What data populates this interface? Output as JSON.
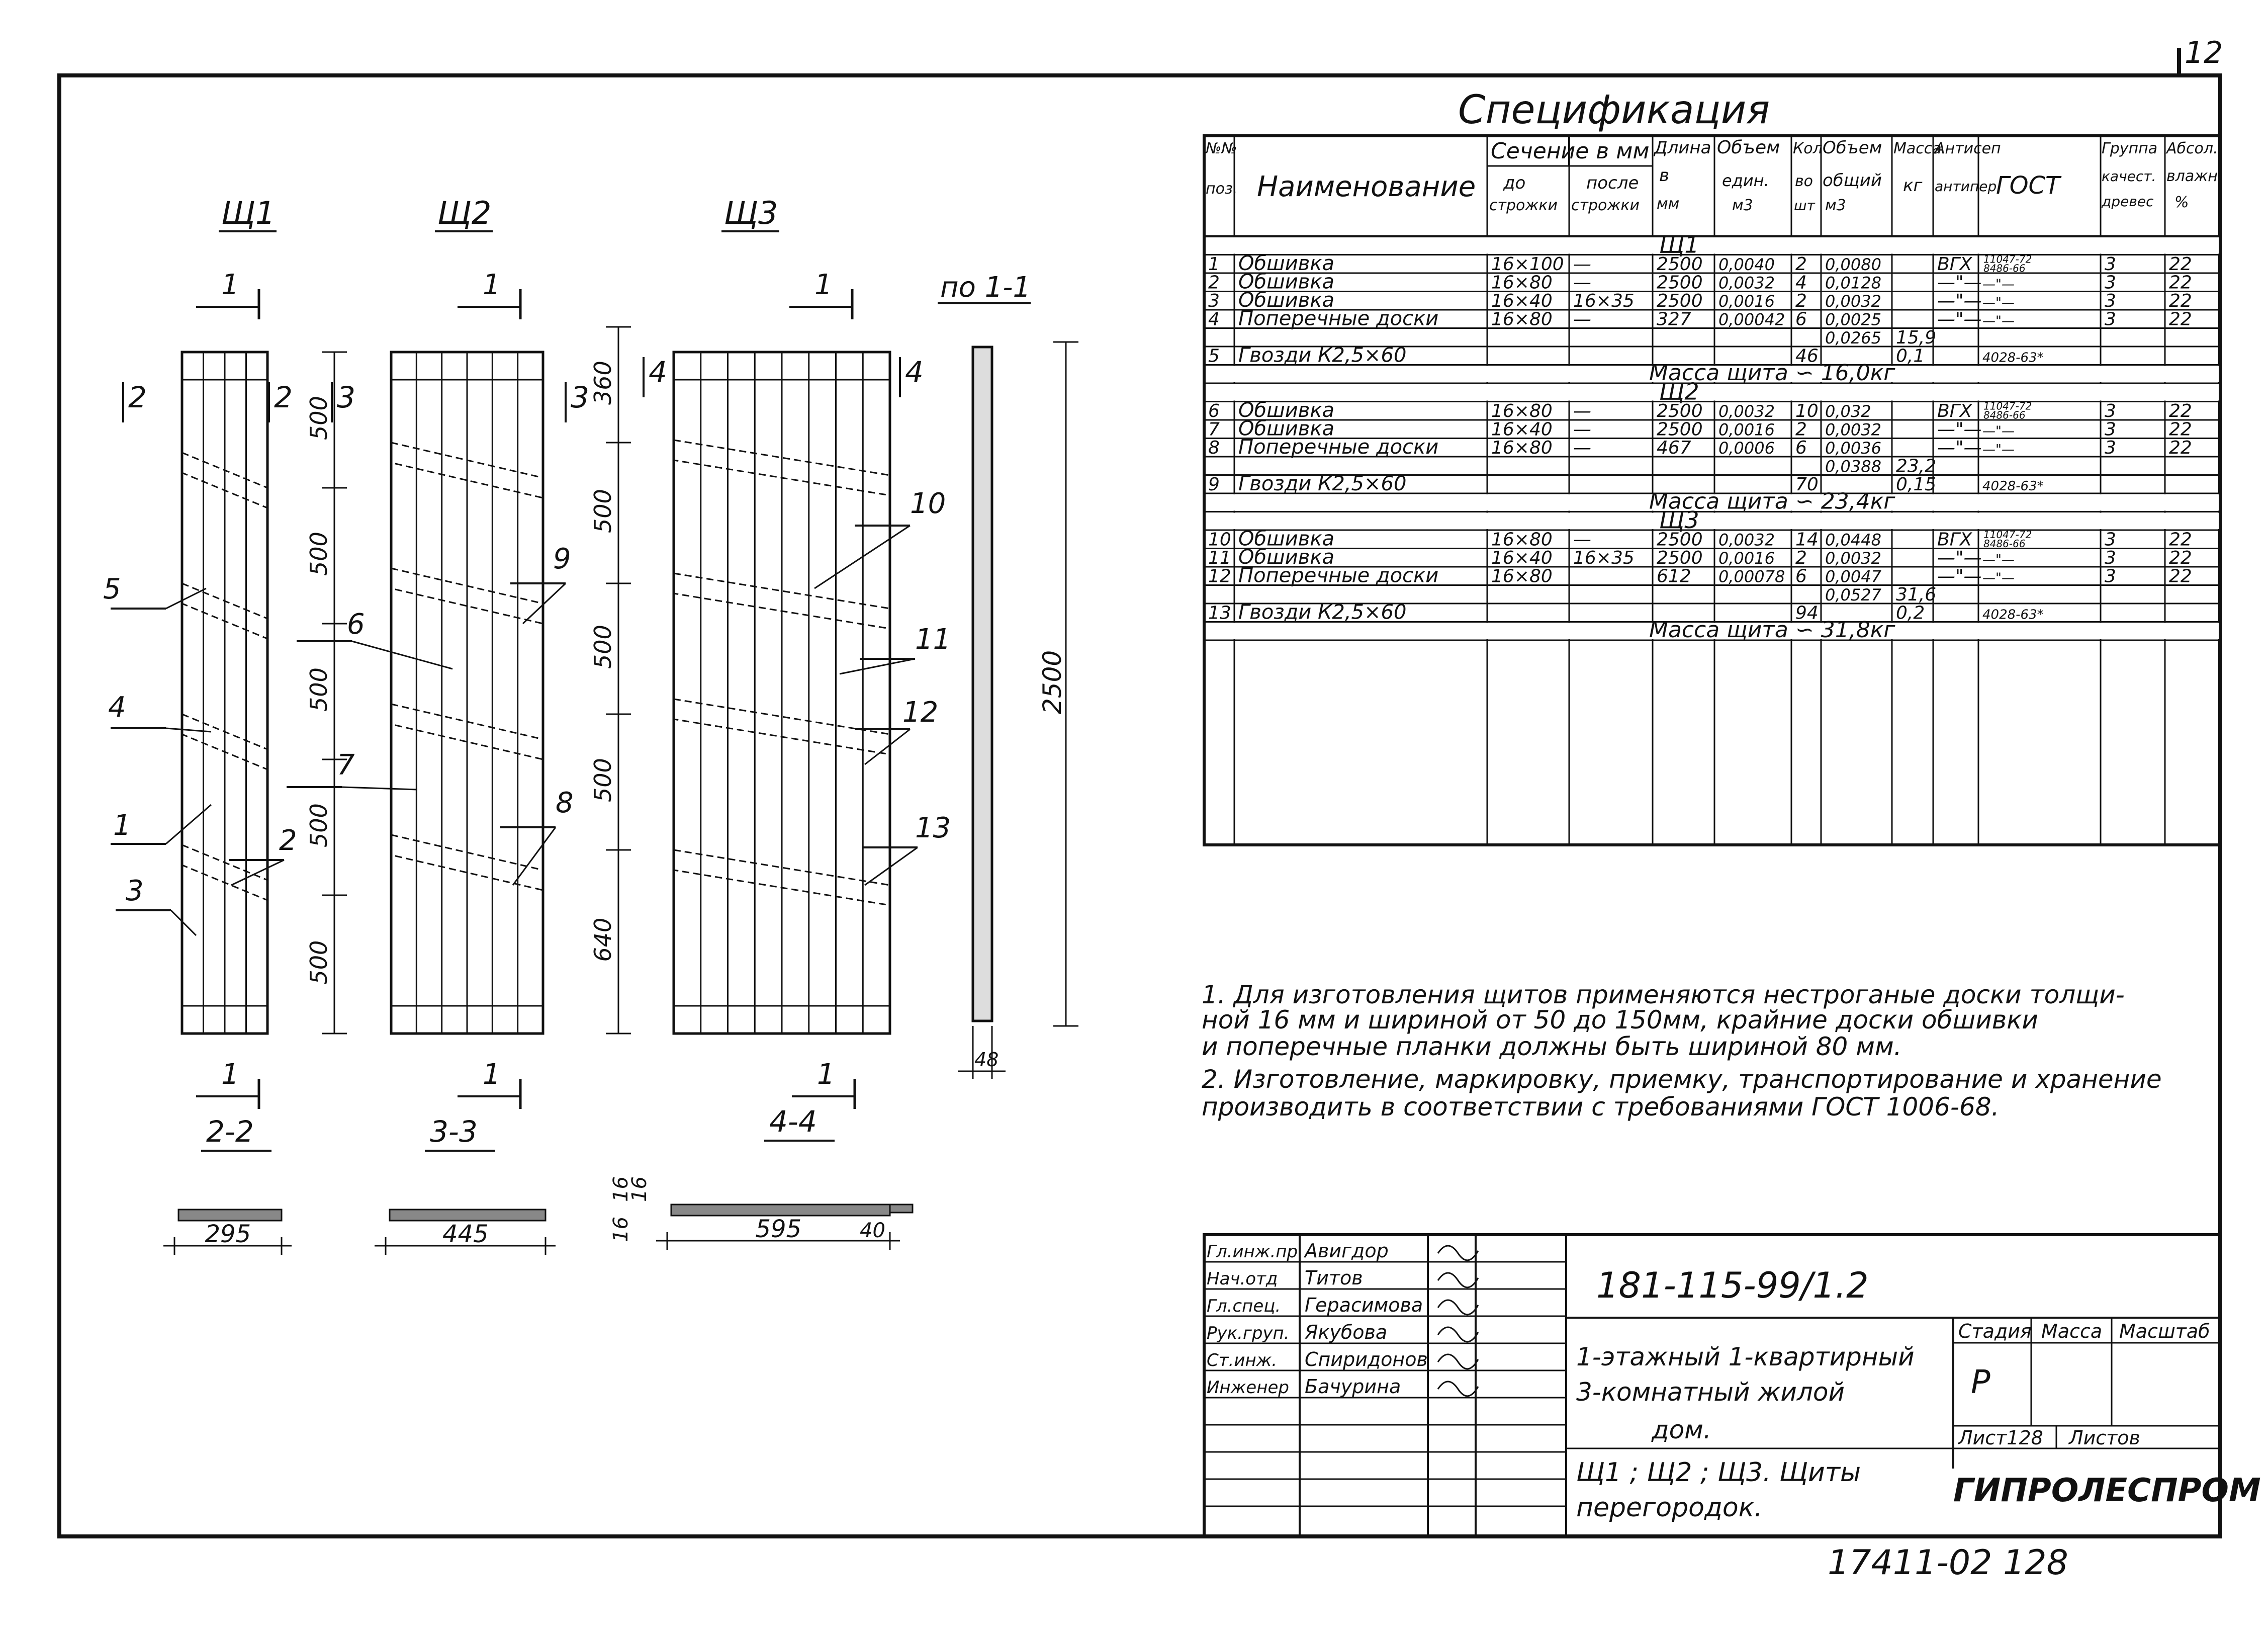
{
  "corner_mark": "12",
  "spec": {
    "title": "Спецификация",
    "headers": {
      "num": [
        "№№",
        "поз."
      ],
      "name": "Наименование",
      "section": "Сечение в мм",
      "before": [
        "до",
        "строжки"
      ],
      "after": [
        "после",
        "строжки"
      ],
      "length": [
        "Длина",
        "в",
        "мм"
      ],
      "vol_unit": [
        "Объем",
        "един.",
        "м3"
      ],
      "qty": [
        "Кол",
        "во",
        "шт"
      ],
      "vol_total": [
        "Объем",
        "общий",
        "м3"
      ],
      "mass": [
        "Масса",
        "кг"
      ],
      "antiseptic": [
        "Антисеп",
        "антипер"
      ],
      "gost": "ГОСТ",
      "group": [
        "Группа",
        "качест.",
        "древес"
      ],
      "moisture": [
        "Абсол.",
        "влажн.",
        "%"
      ]
    },
    "groups": [
      {
        "title": "Щ1",
        "rows": [
          {
            "n": "1",
            "name": "Обшивка",
            "before": "16×100",
            "after": "—",
            "len": "2500",
            "vu": "0,0040",
            "qty": "2",
            "vt": "0,0080",
            "mass": "",
            "ant": "ВГХ",
            "gost": "11047-72 8486-66",
            "grp": "3",
            "moist": "22"
          },
          {
            "n": "2",
            "name": "Обшивка",
            "before": "16×80",
            "after": "—",
            "len": "2500",
            "vu": "0,0032",
            "qty": "4",
            "vt": "0,0128",
            "mass": "",
            "ant": "—\"—",
            "gost": "—\"—",
            "grp": "3",
            "moist": "22"
          },
          {
            "n": "3",
            "name": "Обшивка",
            "before": "16×40",
            "after": "16×35",
            "len": "2500",
            "vu": "0,0016",
            "qty": "2",
            "vt": "0,0032",
            "mass": "",
            "ant": "—\"—",
            "gost": "—\"—",
            "grp": "3",
            "moist": "22"
          },
          {
            "n": "4",
            "name": "Поперечные доски",
            "before": "16×80",
            "after": "—",
            "len": "327",
            "vu": "0,00042",
            "qty": "6",
            "vt": "0,0025",
            "mass": "",
            "ant": "—\"—",
            "gost": "—\"—",
            "grp": "3",
            "moist": "22"
          },
          {
            "n": "",
            "name": "",
            "before": "",
            "after": "",
            "len": "",
            "vu": "",
            "qty": "",
            "vt": "0,0265",
            "mass": "15,9",
            "ant": "",
            "gost": "",
            "grp": "",
            "moist": ""
          },
          {
            "n": "5",
            "name": "Гвозди К2,5×60",
            "before": "",
            "after": "",
            "len": "",
            "vu": "",
            "qty": "46",
            "vt": "",
            "mass": "0,1",
            "ant": "",
            "gost": "4028-63*",
            "grp": "",
            "moist": ""
          }
        ],
        "total": "Масса щита ∽ 16,0кг"
      },
      {
        "title": "Щ2",
        "rows": [
          {
            "n": "6",
            "name": "Обшивка",
            "before": "16×80",
            "after": "—",
            "len": "2500",
            "vu": "0,0032",
            "qty": "10",
            "vt": "0,032",
            "mass": "",
            "ant": "ВГХ",
            "gost": "11047-72 8486-66",
            "grp": "3",
            "moist": "22"
          },
          {
            "n": "7",
            "name": "Обшивка",
            "before": "16×40",
            "after": "—",
            "len": "2500",
            "vu": "0,0016",
            "qty": "2",
            "vt": "0,0032",
            "mass": "",
            "ant": "—\"—",
            "gost": "—\"—",
            "grp": "3",
            "moist": "22"
          },
          {
            "n": "8",
            "name": "Поперечные доски",
            "before": "16×80",
            "after": "—",
            "len": "467",
            "vu": "0,0006",
            "qty": "6",
            "vt": "0,0036",
            "mass": "",
            "ant": "—\"—",
            "gost": "—\"—",
            "grp": "3",
            "moist": "22"
          },
          {
            "n": "",
            "name": "",
            "before": "",
            "after": "",
            "len": "",
            "vu": "",
            "qty": "",
            "vt": "0,0388",
            "mass": "23,2",
            "ant": "",
            "gost": "",
            "grp": "",
            "moist": ""
          },
          {
            "n": "9",
            "name": "Гвозди К2,5×60",
            "before": "",
            "after": "",
            "len": "",
            "vu": "",
            "qty": "70",
            "vt": "",
            "mass": "0,15",
            "ant": "",
            "gost": "4028-63*",
            "grp": "",
            "moist": ""
          }
        ],
        "total": "Масса щита ∽ 23,4кг"
      },
      {
        "title": "Щ3",
        "rows": [
          {
            "n": "10",
            "name": "Обшивка",
            "before": "16×80",
            "after": "—",
            "len": "2500",
            "vu": "0,0032",
            "qty": "14",
            "vt": "0,0448",
            "mass": "",
            "ant": "ВГХ",
            "gost": "11047-72 8486-66",
            "grp": "3",
            "moist": "22"
          },
          {
            "n": "11",
            "name": "Обшивка",
            "before": "16×40",
            "after": "16×35",
            "len": "2500",
            "vu": "0,0016",
            "qty": "2",
            "vt": "0,0032",
            "mass": "",
            "ant": "—\"—",
            "gost": "—\"—",
            "grp": "3",
            "moist": "22"
          },
          {
            "n": "12",
            "name": "Поперечные доски",
            "before": "16×80",
            "after": "",
            "len": "612",
            "vu": "0,00078",
            "qty": "6",
            "vt": "0,0047",
            "mass": "",
            "ant": "—\"—",
            "gost": "—\"—",
            "grp": "3",
            "moist": "22"
          },
          {
            "n": "",
            "name": "",
            "before": "",
            "after": "",
            "len": "",
            "vu": "",
            "qty": "",
            "vt": "0,0527",
            "mass": "31,6",
            "ant": "",
            "gost": "",
            "grp": "",
            "moist": ""
          },
          {
            "n": "13",
            "name": "Гвозди К2,5×60",
            "before": "",
            "after": "",
            "len": "",
            "vu": "",
            "qty": "94",
            "vt": "",
            "mass": "0,2",
            "ant": "",
            "gost": "4028-63*",
            "grp": "",
            "moist": ""
          }
        ],
        "total": "Масса щита ∽ 31,8кг"
      }
    ]
  },
  "notes": [
    "1. Для изготовления щитов применяются нестроганые доски толщи-",
    "ной 16 мм и шириной от 50 до 150мм, крайние доски обшивки",
    "и поперечные планки должны быть шириной 80 мм.",
    "2. Изготовление, маркировку, приемку, транспортирование и хранение",
    "производить в соответствии с требованиями ГОСТ 1006-68."
  ],
  "drawings": {
    "panel_labels": [
      "Щ1",
      "Щ2",
      "Щ3"
    ],
    "section_11": "по 1-1",
    "section_marks": [
      "1",
      "2",
      "3",
      "4"
    ],
    "section_titles": [
      "2-2",
      "3-3",
      "4-4"
    ],
    "widths": [
      "295",
      "445",
      "595"
    ],
    "dim_1": [
      "500",
      "500",
      "500",
      "500",
      "500"
    ],
    "dim_3": [
      "360",
      "500",
      "500",
      "500",
      "640"
    ],
    "dim_total": "2500",
    "dim_thick": "48",
    "dim_16": [
      "16",
      "16",
      "16"
    ],
    "dim_40": "40",
    "callouts": [
      "1",
      "2",
      "3",
      "4",
      "5",
      "6",
      "7",
      "8",
      "9",
      "10",
      "11",
      "12",
      "13"
    ]
  },
  "title_block": {
    "roles": [
      "Гл.инж.пр",
      "Нач.отд",
      "Гл.спец.",
      "Рук.груп.",
      "Ст.инж.",
      "Инженер"
    ],
    "names": [
      "Авигдор",
      "Титов",
      "Герасимова",
      "Якубова",
      "Спиридонов",
      "Бачурина"
    ],
    "code": "181-115-99/1.2",
    "project": [
      "1-этажный 1-квартирный",
      "3-комнатный жилой",
      "дом."
    ],
    "sheet_title": [
      "Щ1 ; Щ2 ; Щ3. Щиты",
      "перегородок."
    ],
    "stage_h": "Стадия",
    "mass_h": "Масса",
    "scale_h": "Масштаб",
    "stage": "Р",
    "sheet": "Лист128",
    "sheets": "Листов",
    "org": "ГИПРОЛЕСПРОМ"
  },
  "footer": "17411-02  128"
}
